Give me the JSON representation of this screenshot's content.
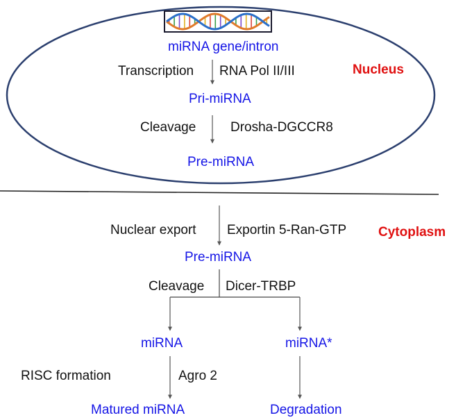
{
  "nucleus": {
    "region_label": "Nucleus",
    "gene_label": "miRNA gene/intron",
    "step1": {
      "left": "Transcription",
      "right": "RNA Pol II/III"
    },
    "product1": "Pri-miRNA",
    "step2": {
      "left": "Cleavage",
      "right": "Drosha-DGCCR8"
    },
    "product2": "Pre-miRNA"
  },
  "cytoplasm": {
    "region_label": "Cytoplasm",
    "step1": {
      "left": "Nuclear export",
      "right": "Exportin 5-Ran-GTP"
    },
    "product1": "Pre-miRNA",
    "step2": {
      "left": "Cleavage",
      "right": "Dicer-TRBP"
    },
    "branch_left": "miRNA",
    "branch_right": "miRNA*",
    "step3": {
      "left": "RISC formation",
      "right": "Agro 2"
    },
    "final_left": "Matured miRNA",
    "final_right": "Degradation"
  },
  "colors": {
    "product": "#1515e6",
    "region": "#e01010",
    "text": "#111111",
    "dna_strand_a": "#e07a2a",
    "dna_strand_b": "#2a6fc9"
  },
  "icons": {
    "gene": "dna-helix-icon"
  }
}
